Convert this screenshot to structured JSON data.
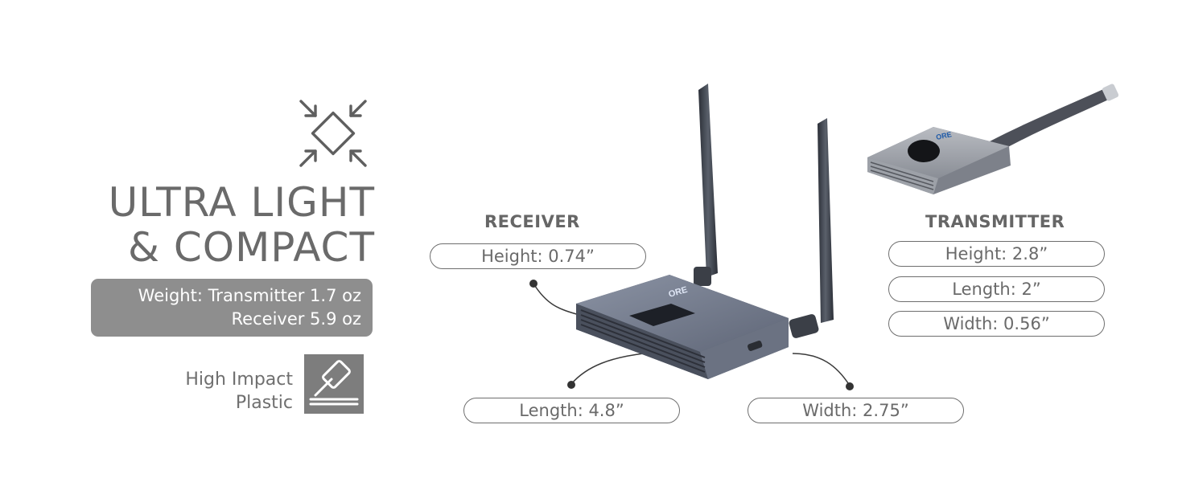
{
  "headline": {
    "line1": "ULTRA LIGHT",
    "line2": "& COMPACT"
  },
  "weight": {
    "line1": "Weight: Transmitter 1.7 oz",
    "line2": "Receiver 5.9 oz"
  },
  "material": {
    "line1": "High Impact",
    "line2": "Plastic"
  },
  "receiver": {
    "title": "RECEIVER",
    "height": "Height: 0.74”",
    "length": "Length: 4.8”",
    "width": "Width: 2.75”",
    "logo": "ORE"
  },
  "transmitter": {
    "title": "TRANSMITTER",
    "height": "Height: 2.8”",
    "length": "Length: 2”",
    "width": "Width: 0.56”",
    "logo": "ORE"
  },
  "icons": [
    "compress-arrows-icon",
    "gavel-icon"
  ],
  "colors": {
    "text": "#6b6b6b",
    "badge": "#8e8e8e",
    "device": "#6f7787"
  }
}
